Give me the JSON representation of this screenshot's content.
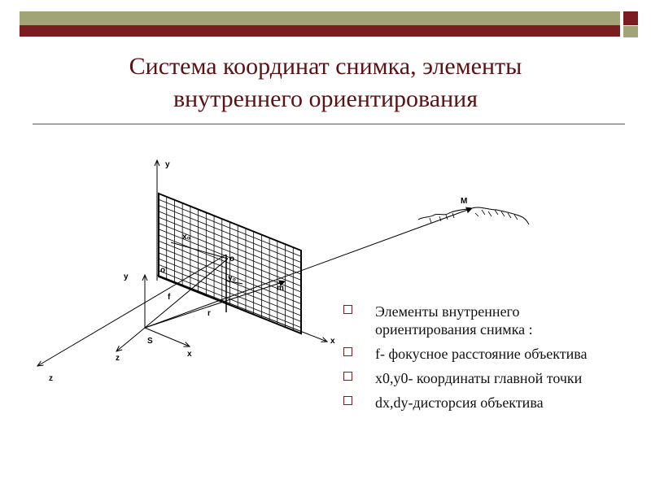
{
  "title": {
    "line1": "Система координат снимка, элементы",
    "line2": "внутреннего ориентирования"
  },
  "diagram": {
    "labels": {
      "y_top": "y",
      "M": "M",
      "x0": "x₀",
      "o": "o",
      "o_prime": "o'",
      "y0": "y₀",
      "m": "m",
      "y_left": "y",
      "f": "f",
      "r": "r",
      "S": "S",
      "x_image": "x",
      "z_small": "z",
      "x_small": "x",
      "z_big": "z"
    }
  },
  "bullets": [
    {
      "text": "Элементы внутреннего ориентирования снимка :"
    },
    {
      "text": "f- фокусное расстояние объектива"
    },
    {
      "text": "x0,y0- координаты главной точки"
    },
    {
      "text": "dx,dy-дисторсия объектива"
    }
  ],
  "colors": {
    "accent_dark_red": "#7b1c21",
    "accent_olive": "#a3a378",
    "title_color": "#5a1214"
  }
}
